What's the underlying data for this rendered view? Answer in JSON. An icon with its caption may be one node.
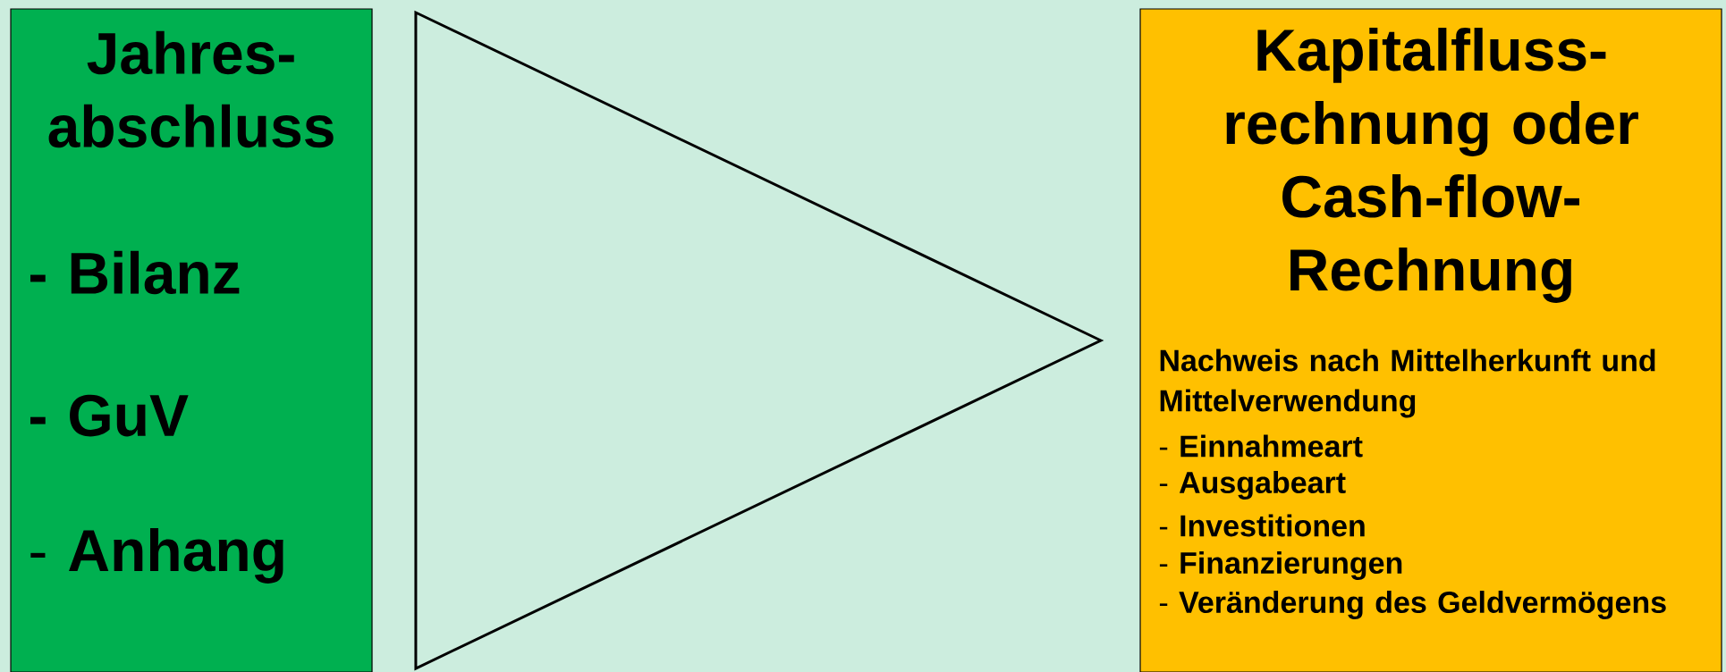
{
  "diagram": {
    "nodes": [
      {
        "text": [
          "Jahres-abschluss",
          "- Bilanz",
          "- GuV",
          "- **Anhang**"
        ]
      },
      {
        "text": [
          "Kapitalfluss-rechnung oder Cash-flow-Rechnung",
          "Nachweis nach Mittelherkunft und Mittelverwendung",
          "- **Einnahmeart**",
          "- **Ausgabeart**",
          "- **Investitionen**",
          "- **Finanzierungen**",
          "- **Veränderung des Geldvermögens**"
        ]
      }
    ],
    "edges": [
      {
        "from": 0,
        "to": 1,
        "arrow": "to"
      }
    ]
  }
}
